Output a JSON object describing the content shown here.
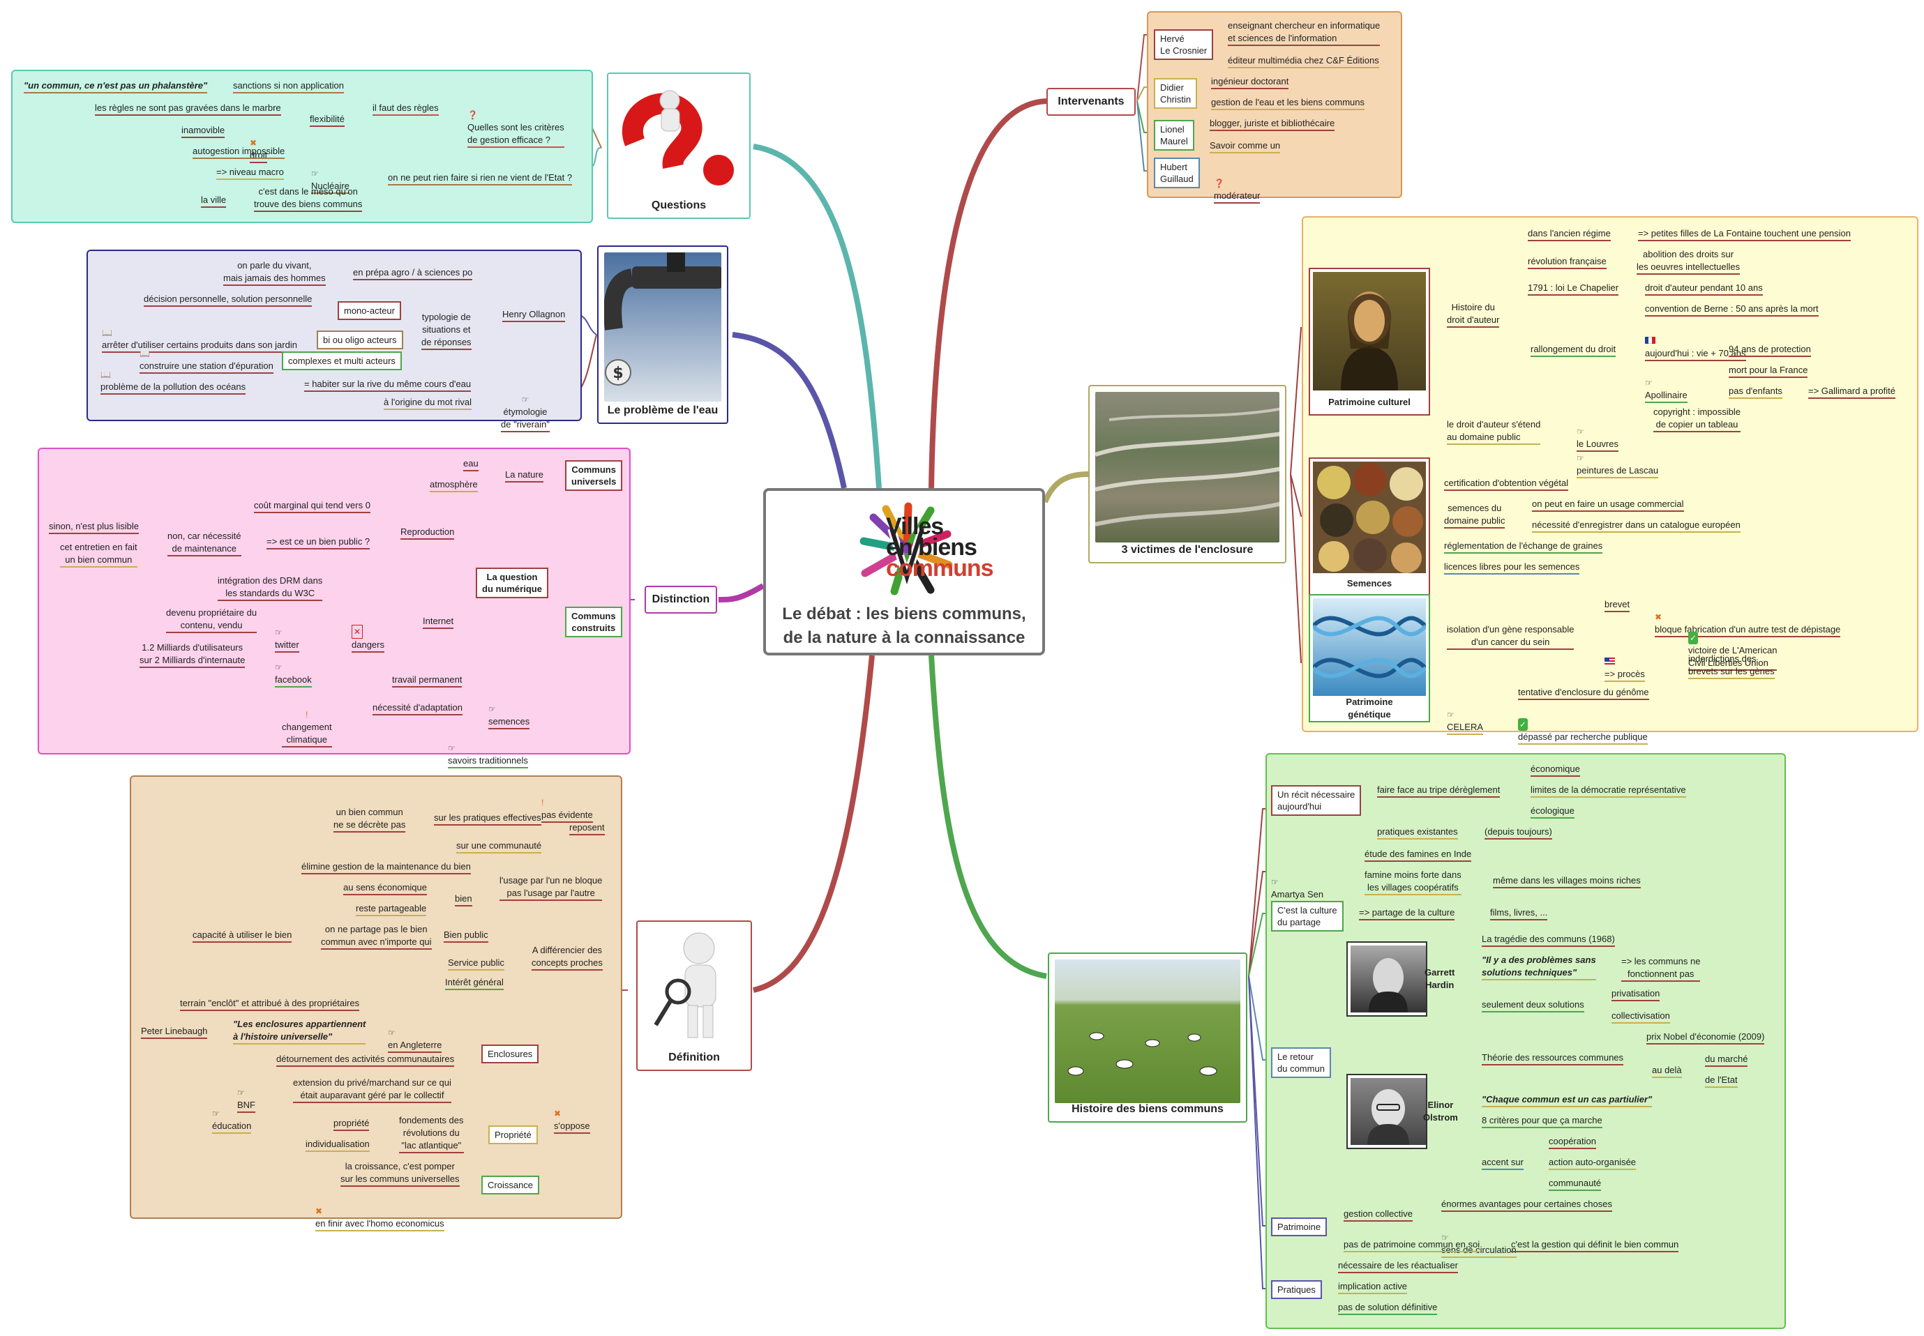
{
  "central": {
    "logo": {
      "line1": "Villes",
      "line2": "en biens",
      "line3": "communs"
    },
    "title": "Le débat : les biens communs,\nde la nature à la connaissance"
  },
  "branches": {
    "questions": "Questions",
    "eau": "Le problème de l'eau",
    "distinction": "Distinction",
    "definition": "Définition",
    "intervenants": "Intervenants",
    "victimes": "3 victimes de l'enclosure",
    "histoire": "Histoire des biens communs"
  },
  "questions": {
    "commun_quote": "\"un commun, ce n'est pas un phalanstère\"",
    "sanctions": "sanctions si non application",
    "gravees": "les règles ne sont pas gravées dans le marbre",
    "flexibilite": "flexibilité",
    "il_faut": "il faut des règles",
    "criteres": "Quelles sont les critères\nde gestion efficace ?",
    "inamovible": "inamovible",
    "droit": "droit",
    "autogestion": "autogestion impossible",
    "nucleaire": "Nucléaire",
    "niveau_macro": "=> niveau macro",
    "etat": "on ne peut rien faire si rien ne vient de l'Etat ?",
    "la_ville": "la ville",
    "meso": "c'est dans le méso qu'on\ntrouve des biens communs"
  },
  "eau": {
    "vivant": "on parle du vivant,\nmais jamais des hommes",
    "prepa": "en prépa agro / à sciences po",
    "decision": "décision personnelle, solution personnelle",
    "mono": "mono-acteur",
    "arreter": "arrêter d'utiliser certains produits dans son jardin",
    "typologie": "typologie de\nsituations et\nde réponses",
    "henry": "Henry Ollagnon",
    "station": "construire une station d'épuration",
    "bi_oligo": "bi ou oligo acteurs",
    "pollution": "problème de la pollution des océans",
    "complexes": "complexes et multi acteurs",
    "habiter": "= habiter sur la rive du même cours d'eau",
    "etymologie": "étymologie\nde \"riverain\"",
    "origine": "à l'origine du mot rival"
  },
  "distinction": {
    "eau": "eau",
    "atmosphere": "atmosphère",
    "la_nature": "La nature",
    "communs_universels": "Communs\nuniversels",
    "cout": "coût marginal qui tend vers 0",
    "reproduction": "Reproduction",
    "sinon": "sinon, n'est plus lisible",
    "non_car": "non, car nécessité\nde maintenance",
    "bien_public": "=> est ce un bien public ?",
    "entretien": "cet entretien en fait\nun bien commun",
    "question_num": "La question\ndu numérique",
    "drm": "intégration des DRM dans\nles standards du W3C",
    "devenu": "devenu propriétaire du\ncontenu, vendu",
    "twitter": "twitter",
    "dangers": "dangers",
    "internet": "Internet",
    "milliards": "1.2 Milliards d'utilisateurs\nsur 2 Milliards d'internaute",
    "facebook": "facebook",
    "communs_construits": "Communs\nconstruits",
    "travail": "travail permanent",
    "changement": "changement\nclimatique",
    "necessite": "nécessité d'adaptation",
    "semences": "semences",
    "savoirs": "savoirs traditionnels"
  },
  "definition": {
    "pas_evidente": "pas évidente",
    "ne_se_decrete": "un bien commun\nne se décrète pas",
    "pratiques": "sur les pratiques effectives",
    "reposent": "reposent",
    "communaute": "sur une communauté",
    "elimine": "élimine gestion de la maintenance du bien",
    "economique": "au sens économique",
    "usage": "l'usage par l'un ne bloque\npas l'usage par l'autre",
    "bien": "bien",
    "reste": "reste partageable",
    "capacite": "capacité à utiliser le bien",
    "partage": "on ne partage pas le bien\ncommun avec n'importe qui",
    "bien_public": "Bien public",
    "differencier": "A différencier des\nconcepts proches",
    "service_public": "Service public",
    "interet": "Intérêt général",
    "terrain": "terrain \"enclôt\" et attribué à des propriétaires",
    "angleterre": "en Angleterre",
    "linebaugh": "Peter Linebaugh",
    "enclosures_quote": "\"Les enclosures appartiennent\nà l'histoire universelle\"",
    "detournement": "détournement des activités communautaires",
    "enclosures": "Enclosures",
    "bnf": "BNF",
    "extension": "extension du privé/marchand  sur ce qui\nétait auparavant géré par le collectif",
    "education": "éducation",
    "propriete_w": "propriété",
    "individualisation": "individualisation",
    "fondements": "fondements des\nrévolutions du\n\"lac atlantique\"",
    "propriete": "Propriété",
    "s_oppose": "s'oppose",
    "croissance_txt": "la croissance, c'est pomper\nsur les communs universelles",
    "homo": "en finir avec l'homo economicus",
    "croissance": "Croissance"
  },
  "intervenants": {
    "herve": "Hervé\nLe Crosnier",
    "herve1": "enseignant chercheur en informatique\net sciences de l'information",
    "herve2": "éditeur multimédia chez C&F Éditions",
    "didier": "Didier\nChristin",
    "didier1": "ingénieur doctorant",
    "didier2": "gestion de l'eau et les biens communs",
    "lionel": "Lionel\nMaurel",
    "lionel1": "blogger, juriste et bibliothécaire",
    "lionel2": "Savoir comme un",
    "hubert": "Hubert\nGuillaud",
    "hubert1": "modérateur"
  },
  "victimes": {
    "patrimoine_culturel": "Patrimoine culturel",
    "histoire_droit": "Histoire du\ndroit d'auteur",
    "ancien_regime": "dans l'ancien régime",
    "petites_filles": "=> petites filles de La Fontaine touchent une pension",
    "revolution": "révolution française",
    "abolition": "abolition des droits sur\nles oeuvres intellectuelles",
    "chapelier": "1791 : loi Le Chapelier",
    "dix_ans": "droit d'auteur pendant 10 ans",
    "berne": "convention de Berne : 50 ans après la mort",
    "aujourdhui": "aujourd'hui : vie + 70 ans",
    "rallongement": "rallongement du droit",
    "quatre_vingt": "94 ans de protection",
    "apollinaire": "Apollinaire",
    "mort_france": "mort pour la France",
    "pas_enfants": "pas d'enfants",
    "gallimard": "=> Gallimard a profité",
    "droit_etend": "le droit d'auteur s'étend\nau domaine public",
    "louvres": "le Louvres",
    "copyright": "copyright : impossible\nde copier un tableau",
    "lascau": "peintures de Lascau",
    "semences": "Semences",
    "certification": "certification d'obtention végétal",
    "domaine_public": "semences du\ndomaine public",
    "usage_commercial": "on peut en faire un usage commercial",
    "catalogue": "nécessité d'enregistrer dans un catalogue européen",
    "reglementation": "réglementation de l'échange de graines",
    "licences": "licences libres pour les semences",
    "patrimoine_genetique": "Patrimoine\ngénétique",
    "isolation": "isolation d'un gène responsable\nd'un cancer du sein",
    "brevet": "brevet",
    "blocage": "bloque fabrication d'un autre test de dépistage",
    "proces": "=> procès",
    "victoire": "victoire de L'American\nCivil Liberties Union",
    "interdictions": "inderdictions des\nbrevets sur les gènes",
    "celera": "CELERA",
    "tentative": "tentative d'enclosure du génôme",
    "depasse": "dépassé par recherche publique"
  },
  "histoire": {
    "recit": "Un récit nécessaire\naujourd'hui",
    "triple": "faire face au tripe dérèglement",
    "economique": "économique",
    "limites": "limites de la démocratie représentative",
    "ecologique": "écologique",
    "pratiques_ex": "pratiques existantes",
    "depuis": "(depuis toujours)",
    "amartya": "Amartya Sen",
    "famines": "étude des famines en Inde",
    "famine_moins": "famine moins forte dans\nles villages coopératifs",
    "meme": "même dans les villages moins riches",
    "culture": "C'est la culture\ndu partage",
    "partage_culture": "=> partage de la culture",
    "films": "films, livres, ...",
    "retour": "Le retour\ndu commun",
    "hardin": "Garrett\nHardin",
    "tragedie": "La tragédie des communs (1968)",
    "hardin_quote": "\"Il y a des problèmes sans\nsolutions techniques\"",
    "ne_fonctionnent": "=> les communs ne\nfonctionnent pas",
    "seulement": "seulement deux solutions",
    "privatisation": "privatisation",
    "collectivisation": "collectivisation",
    "ostrom": "Elinor\nOlstrom",
    "theorie": "Théorie des ressources communes",
    "nobel": "prix Nobel d'économie (2009)",
    "au_dela": "au delà",
    "du_marche": "du marché",
    "de_etat": "de l'Etat",
    "ostrom_quote": "\"Chaque commun est un cas partiulier\"",
    "criteres": "8 critères pour que ça marche",
    "accent": "accent sur",
    "cooperation": "coopération",
    "action": "action auto-organisée",
    "communaute": "communauté",
    "patrimoine": "Patrimoine",
    "gestion_collective": "gestion collective",
    "avantages": "énormes avantages pour certaines choses",
    "sens": "sens de circulation",
    "pas_patrimoine": "pas de patrimoine commun en soi",
    "gestion_definit": "c'est la gestion qui définit le bien commun",
    "pratiques": "Pratiques",
    "reactualiser": "nécessaire de les réactualiser",
    "implication": "implication active",
    "solution": "pas de solution définitive"
  },
  "colors": {
    "questions_panel": "#c8f5e6",
    "eau_panel": "#e6e6f2",
    "distinction_panel": "#fcd2ec",
    "definition_panel": "#f0dcbe",
    "intervenants_panel": "#f5d7b4",
    "victimes_panel": "#fdfcd2",
    "histoire_panel": "#d4f2c4",
    "link_questions": "#5bb5ad",
    "link_eau": "#5a55a8",
    "link_distinction": "#b03aa8",
    "link_definition": "#b04a4a",
    "link_intervenants": "#b04a4a",
    "link_victimes": "#b0a864",
    "link_histoire": "#4ea64e"
  },
  "icons": [
    "question-mark-icon",
    "hand-point-icon",
    "cross-icon",
    "smiley-icon",
    "warning-icon",
    "flag-fr-icon",
    "flag-us-icon",
    "check-icon",
    "book-icon"
  ]
}
